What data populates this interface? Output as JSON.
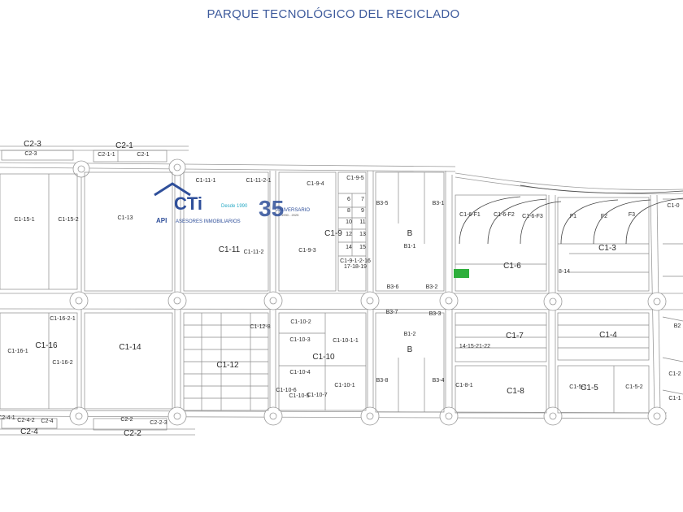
{
  "title": "PARQUE TECNOLÓGICO DEL RECICLADO",
  "logo": {
    "brand": "CTi",
    "since": "Desde 1990",
    "subtitle_left": "API",
    "subtitle": "ASESORES INMOBILIARIOS",
    "anniversary_number": "35",
    "anniversary_label": "ANIVERSARIO",
    "anniversary_years": "1990 - 2025",
    "color_primary": "#2f4f9a",
    "color_accent": "#27a9c4"
  },
  "highlight_color": "#2eaf3c",
  "parcels": [
    {
      "id": "C2-3",
      "cls": "big"
    },
    {
      "id": "C2-1",
      "cls": "big"
    },
    {
      "id": "C2-3",
      "cls": "mid"
    },
    {
      "id": "C2-1-1",
      "cls": "mid"
    },
    {
      "id": "C2-1",
      "cls": "mid"
    },
    {
      "id": "C1-15-1",
      "cls": "mid"
    },
    {
      "id": "C1-15-2",
      "cls": "mid"
    },
    {
      "id": "C1-13",
      "cls": "mid"
    },
    {
      "id": "C1-11",
      "cls": "big"
    },
    {
      "id": "C1-11-2",
      "cls": "mid"
    },
    {
      "id": "C1-11-1",
      "cls": "mid"
    },
    {
      "id": "C1-11-2-1",
      "cls": "mid"
    },
    {
      "id": "C1-9-4",
      "cls": "mid"
    },
    {
      "id": "C1-9",
      "cls": "big"
    },
    {
      "id": "C1-9-3",
      "cls": "mid"
    },
    {
      "id": "C1-9-5",
      "cls": "mid"
    },
    {
      "id": "6",
      "cls": "mid"
    },
    {
      "id": "7",
      "cls": "mid"
    },
    {
      "id": "8",
      "cls": "mid"
    },
    {
      "id": "9",
      "cls": "mid"
    },
    {
      "id": "10",
      "cls": "mid"
    },
    {
      "id": "11",
      "cls": "mid"
    },
    {
      "id": "12",
      "cls": "mid"
    },
    {
      "id": "13",
      "cls": "mid"
    },
    {
      "id": "14",
      "cls": "mid"
    },
    {
      "id": "15",
      "cls": "mid"
    },
    {
      "id": "C1-9-1-2-16",
      "cls": "mid"
    },
    {
      "id": "17-18-19",
      "cls": "mid"
    },
    {
      "id": "B3-5",
      "cls": "mid"
    },
    {
      "id": "B",
      "cls": "big"
    },
    {
      "id": "B1-1",
      "cls": "mid"
    },
    {
      "id": "B3-1",
      "cls": "mid"
    },
    {
      "id": "B3-6",
      "cls": "mid"
    },
    {
      "id": "B3-2",
      "cls": "mid"
    },
    {
      "id": "C1-6-F1",
      "cls": "mid"
    },
    {
      "id": "C1-6-F2",
      "cls": "mid"
    },
    {
      "id": "C1-6-F3",
      "cls": "mid"
    },
    {
      "id": "C1-6",
      "cls": "big"
    },
    {
      "id": "F1",
      "cls": "mid"
    },
    {
      "id": "F2",
      "cls": "mid"
    },
    {
      "id": "F3",
      "cls": "mid"
    },
    {
      "id": "C1-3",
      "cls": "big"
    },
    {
      "id": "8-14",
      "cls": "mid"
    },
    {
      "id": "C1-0",
      "cls": "mid"
    },
    {
      "id": "C1-16-2-1",
      "cls": "mid"
    },
    {
      "id": "C1-16",
      "cls": "big"
    },
    {
      "id": "C1-16-1",
      "cls": "mid"
    },
    {
      "id": "C1-16-2",
      "cls": "mid"
    },
    {
      "id": "C1-14",
      "cls": "big"
    },
    {
      "id": "C1-12",
      "cls": "big"
    },
    {
      "id": "C1-12-8",
      "cls": "mid"
    },
    {
      "id": "C1-10-2",
      "cls": "mid"
    },
    {
      "id": "C1-10-3",
      "cls": "mid"
    },
    {
      "id": "C1-10-1-1",
      "cls": "mid"
    },
    {
      "id": "C1-10",
      "cls": "big"
    },
    {
      "id": "C1-10-4",
      "cls": "mid"
    },
    {
      "id": "C1-10-1",
      "cls": "mid"
    },
    {
      "id": "C1-10-6",
      "cls": "mid"
    },
    {
      "id": "C1-10-5",
      "cls": "mid"
    },
    {
      "id": "C1-10-7",
      "cls": "mid"
    },
    {
      "id": "B3-7",
      "cls": "mid"
    },
    {
      "id": "B3-3",
      "cls": "mid"
    },
    {
      "id": "B1-2",
      "cls": "mid"
    },
    {
      "id": "B",
      "cls": "big"
    },
    {
      "id": "B3-8",
      "cls": "mid"
    },
    {
      "id": "B3-4",
      "cls": "mid"
    },
    {
      "id": "C1-7",
      "cls": "big"
    },
    {
      "id": "C1-8",
      "cls": "big"
    },
    {
      "id": "C1-8-1",
      "cls": "mid"
    },
    {
      "id": "C1-4",
      "cls": "big"
    },
    {
      "id": "C1-5",
      "cls": "big"
    },
    {
      "id": "C1-5-1",
      "cls": "mid"
    },
    {
      "id": "C1-5-2",
      "cls": "mid"
    },
    {
      "id": "14-15-21-22",
      "cls": "mid"
    },
    {
      "id": "C2-4",
      "cls": "big"
    },
    {
      "id": "C2-2",
      "cls": "big"
    },
    {
      "id": "C2-4-1",
      "cls": "mid"
    },
    {
      "id": "C2-4-2",
      "cls": "mid"
    },
    {
      "id": "C2-4",
      "cls": "mid"
    },
    {
      "id": "C2-2",
      "cls": "mid"
    },
    {
      "id": "C2-2-3",
      "cls": "mid"
    },
    {
      "id": "B2",
      "cls": "mid"
    },
    {
      "id": "C1-2",
      "cls": "mid"
    },
    {
      "id": "C1-1",
      "cls": "mid"
    }
  ]
}
